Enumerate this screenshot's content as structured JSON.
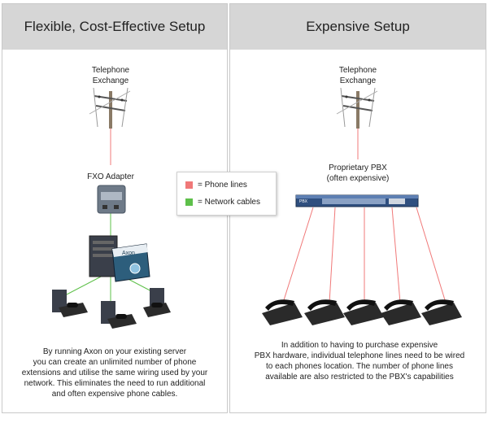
{
  "left": {
    "title": "Flexible, Cost-Effective Setup",
    "exchange_line1": "Telephone",
    "exchange_line2": "Exchange",
    "fxo_label": "FXO Adapter",
    "server_box_text": "Axon",
    "description": [
      "By running Axon on your existing server",
      "you can create an unlimited number of phone",
      "extensions and utilise the same wiring used by your",
      "network. This eliminates the need to run additional",
      "and often expensive phone cables."
    ]
  },
  "right": {
    "title": "Expensive Setup",
    "exchange_line1": "Telephone",
    "exchange_line2": "Exchange",
    "pbx_line1": "Proprietary PBX",
    "pbx_line2": "(often expensive)",
    "pbx_device_text": "PBX",
    "description": [
      "In addition to having to purchase expensive",
      "PBX hardware, individual telephone lines need to be wired",
      "to each phones location. The number of phone lines",
      "available are also restricted to the PBX's capabilities"
    ]
  },
  "legend": {
    "items": [
      {
        "label": "= Phone lines",
        "color": "#f07878"
      },
      {
        "label": "= Network cables",
        "color": "#5ec04a"
      }
    ]
  },
  "colors": {
    "phone_line": "#f07878",
    "network_cable": "#5ec04a",
    "header_bg": "#d6d6d6"
  }
}
